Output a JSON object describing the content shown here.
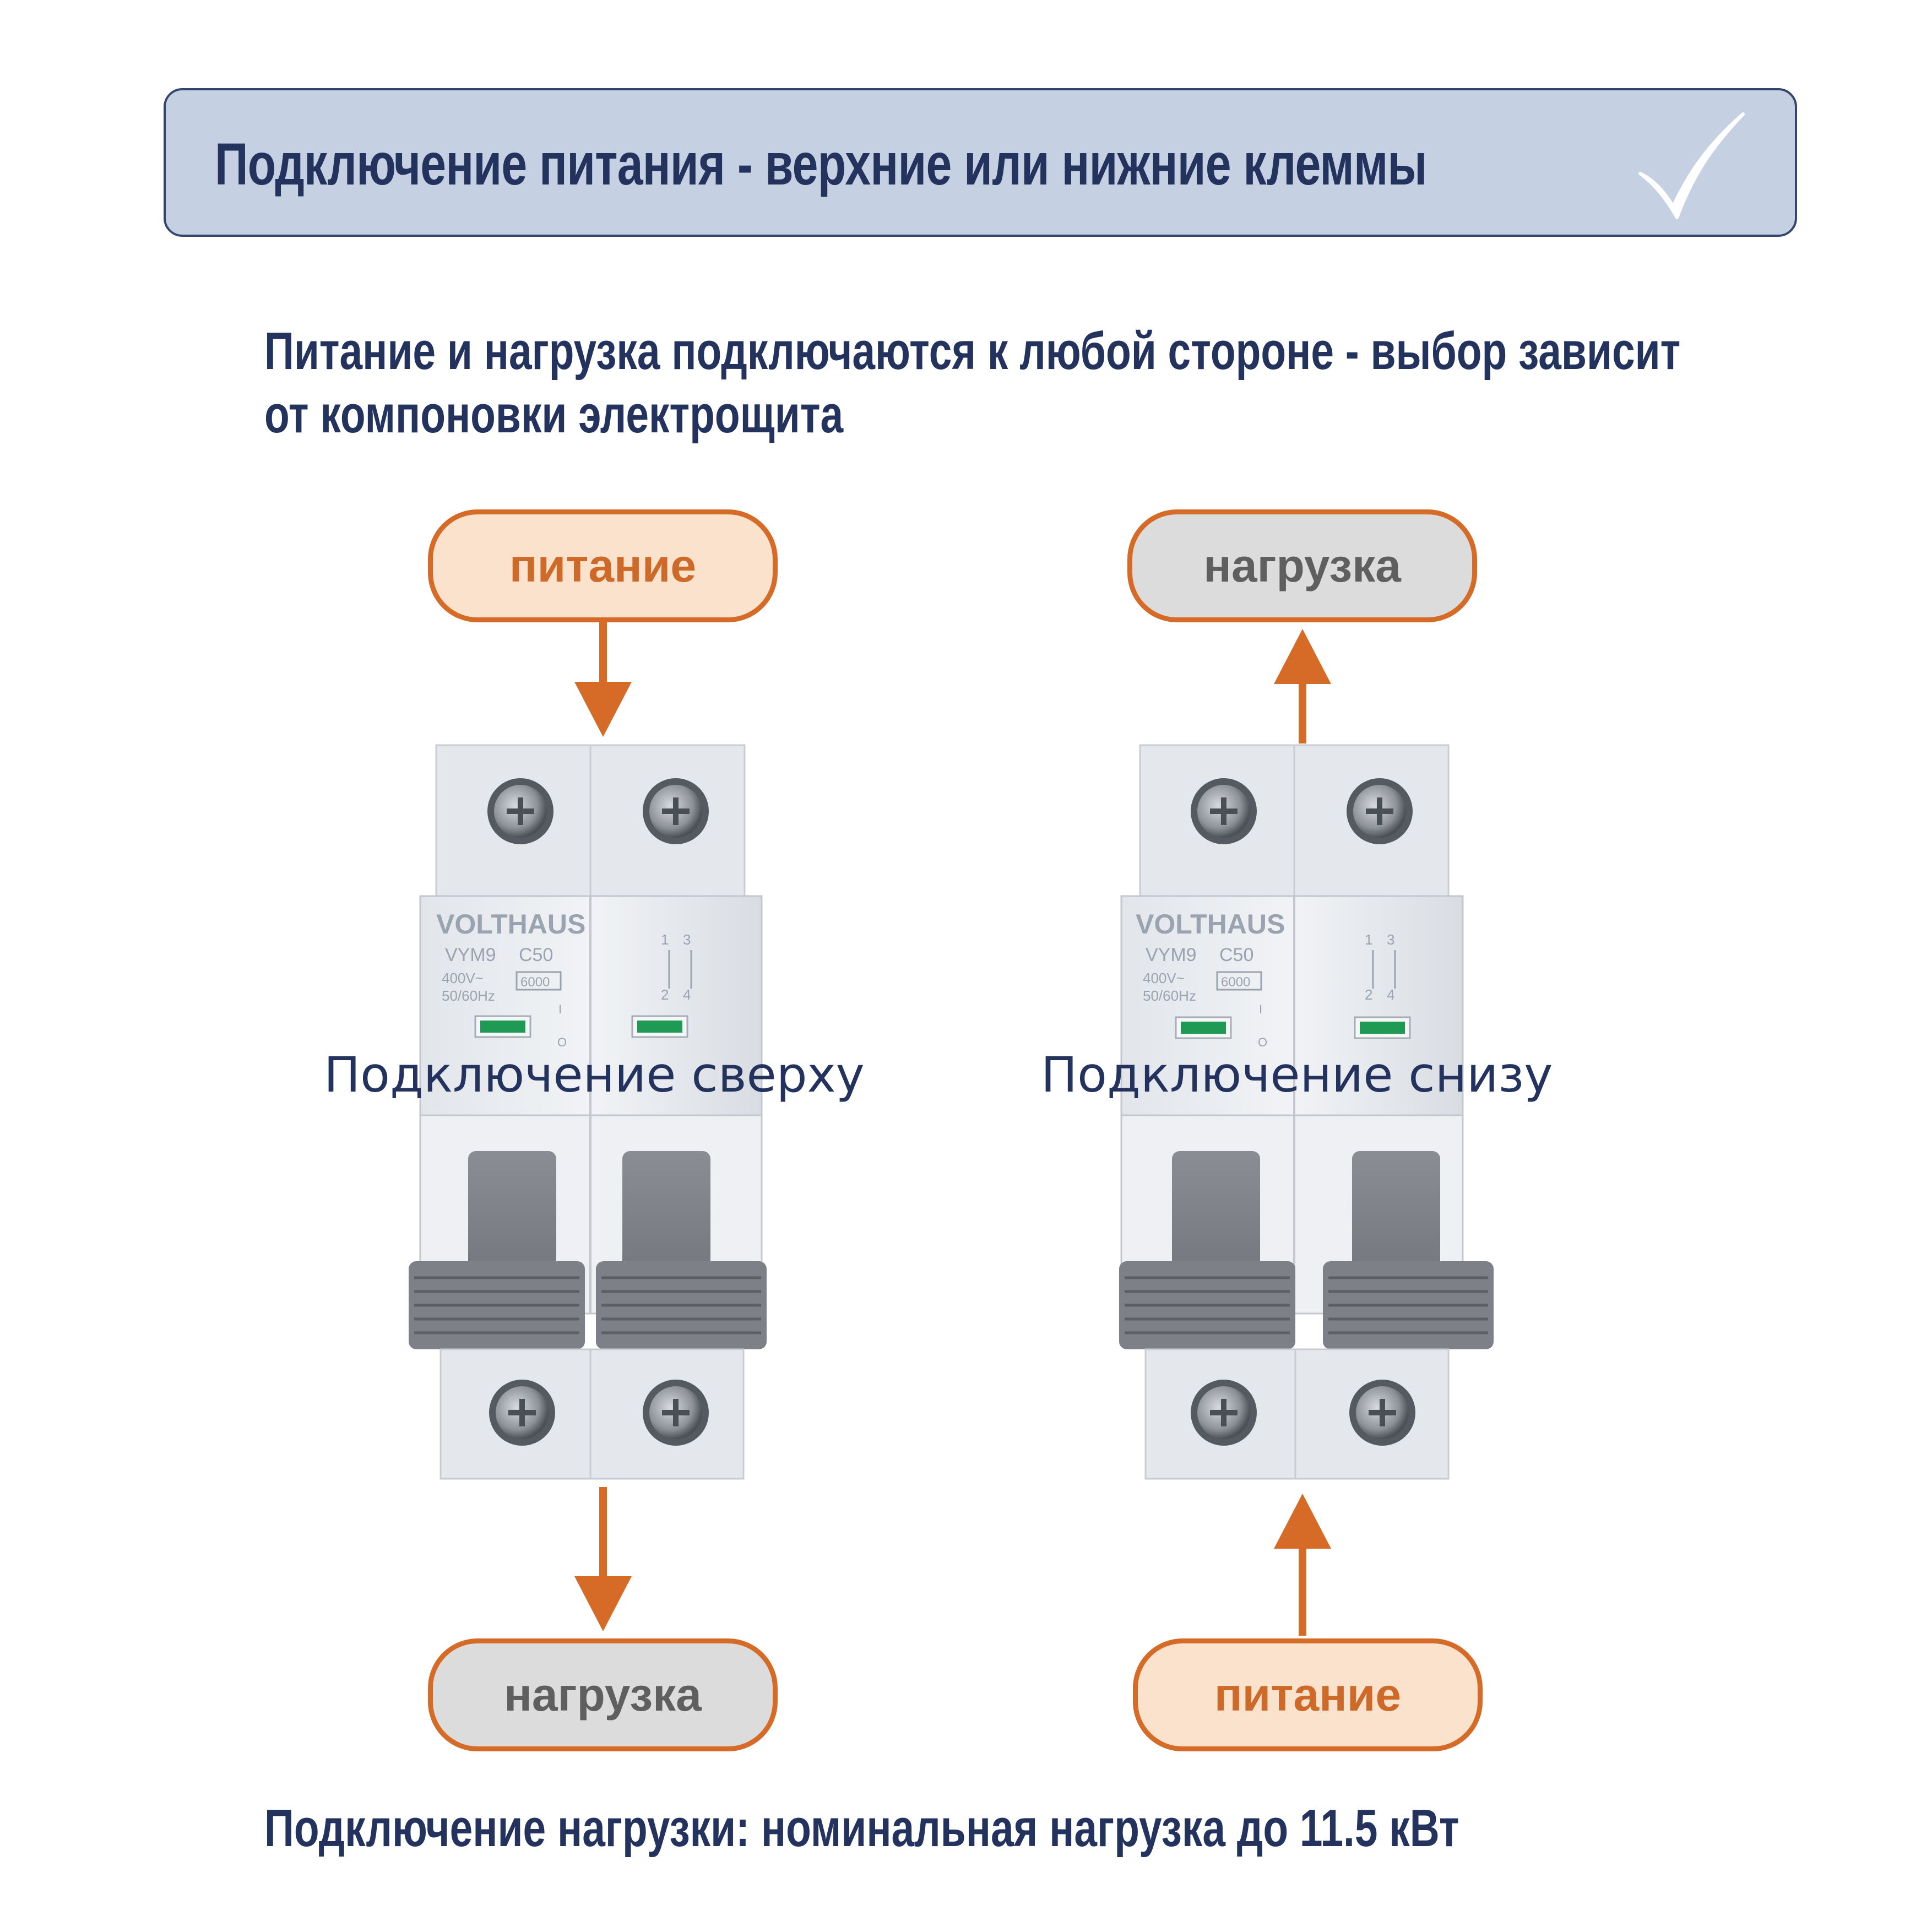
{
  "header": {
    "title": "Подключение питания - верхние или нижние клеммы"
  },
  "subtitle": {
    "line1": "Питание и нагрузка подключаются к любой стороне - выбор зависит",
    "line2": "от компоновки электрощита"
  },
  "left": {
    "top_pill": "питание",
    "bottom_pill": "нагрузка",
    "label": "Подключение сверху"
  },
  "right": {
    "top_pill": "нагрузка",
    "bottom_pill": "питание",
    "label": "Подключение снизу"
  },
  "breaker": {
    "brand": "VOLTHAUS",
    "model": "VYM9",
    "rating": "C50",
    "voltage": "400V~",
    "frequency": "50/60Hz",
    "breaking_capacity": "6000",
    "terminal_top_1": "1",
    "terminal_top_3": "3",
    "terminal_bottom_2": "2",
    "terminal_bottom_4": "4",
    "on_mark": "I",
    "off_mark": "O"
  },
  "footer": {
    "text": "Подключение нагрузки:  номинальная нагрузка до 11.5 кВт"
  },
  "colors": {
    "navy": "#23335d",
    "orange": "#d66b28",
    "power_fill": "#fbe2cc",
    "load_fill": "#dcdcdc",
    "banner_fill": "#c5d0e2"
  }
}
